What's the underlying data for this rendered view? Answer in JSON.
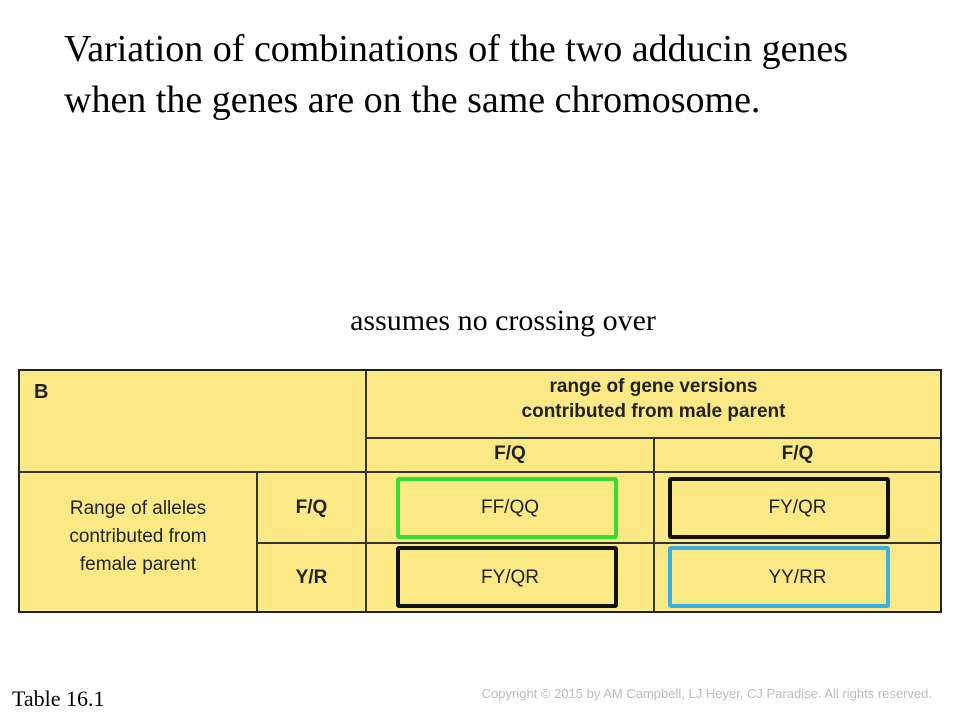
{
  "slide": {
    "title_line1": "Variation of combinations of the two adducin genes",
    "title_line2": "when the genes are on the same chromosome.",
    "note": "assumes no crossing over",
    "table_ref": "Table 16.1",
    "copyright": "Copyright © 2015 by AM Campbell, LJ Heyer, CJ Paradise. All rights reserved."
  },
  "table": {
    "panel_label": "B",
    "male_header_line1": "range of gene versions",
    "male_header_line2": "contributed from male parent",
    "male_alleles": [
      "F/Q",
      "F/Q"
    ],
    "female_header_line1": "Range of alleles",
    "female_header_line2": "contributed from",
    "female_header_line3": "female parent",
    "female_alleles": [
      "F/Q",
      "Y/R"
    ],
    "cells": [
      [
        "FF/QQ",
        "FY/QR"
      ],
      [
        "FY/QR",
        "YY/RR"
      ]
    ],
    "background_color": "#fbe985",
    "highlight_colors": [
      "#33dd33",
      "#111111",
      "#111111",
      "#3ab0e6"
    ]
  }
}
